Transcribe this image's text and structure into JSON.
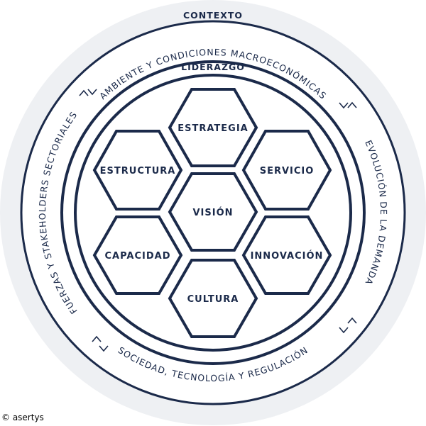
{
  "colors": {
    "outer_fill": "#eef0f3",
    "dark": "#1b2a4a",
    "white": "#ffffff"
  },
  "titles": {
    "contexto": "CONTEXTO",
    "liderazgo": "LIDERAZGO"
  },
  "ring_labels": {
    "top": "AMBIENTE Y CONDICIONES MACROECONÓMICAS",
    "right": "EVOLUCIÓN DE LA DEMANDA",
    "bottom": "SOCIEDAD, TECNOLOGÍA Y REGULACIÓN",
    "left": "FUERZAS Y STAKEHOLDERS SECTORIALES"
  },
  "hexagons": {
    "center": "VISIÓN",
    "top": "ESTRATEGIA",
    "upper_right": "SERVICIO",
    "lower_right": "INNOVACIÓN",
    "bottom": "CULTURA",
    "lower_left": "CAPACIDAD",
    "upper_left": "ESTRUCTURA"
  },
  "arrows": {
    "top_left": "^v",
    "top_right": "v^",
    "bottom_left": "^v",
    "bottom_right": "v^"
  },
  "copyright": "© asertys"
}
